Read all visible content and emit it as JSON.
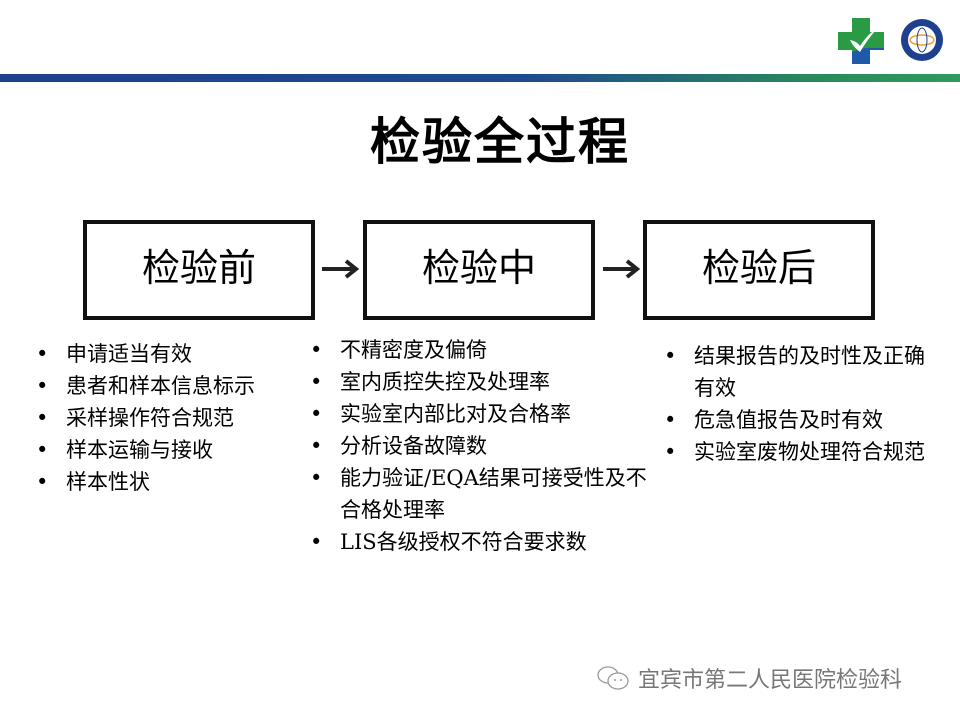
{
  "title": "检验全过程",
  "stages": [
    {
      "label": "检验前",
      "items": [
        "申请适当有效",
        "患者和样本信息标示",
        "采样操作符合规范",
        "样本运输与接收",
        "样本性状"
      ]
    },
    {
      "label": "检验中",
      "items": [
        "不精密度及偏倚",
        "室内质控失控及处理率",
        "实验室内部比对及合格率",
        "分析设备故障数",
        "能力验证/EQA结果可接受性及不合格处理率",
        "LIS各级授权不符合要求数"
      ]
    },
    {
      "label": "检验后",
      "items": [
        "结果报告的及时性及正确有效",
        "危急值报告及时有效",
        "实验室废物处理符合规范"
      ]
    }
  ],
  "watermark": "宜宾市第二人民医院检验科"
}
